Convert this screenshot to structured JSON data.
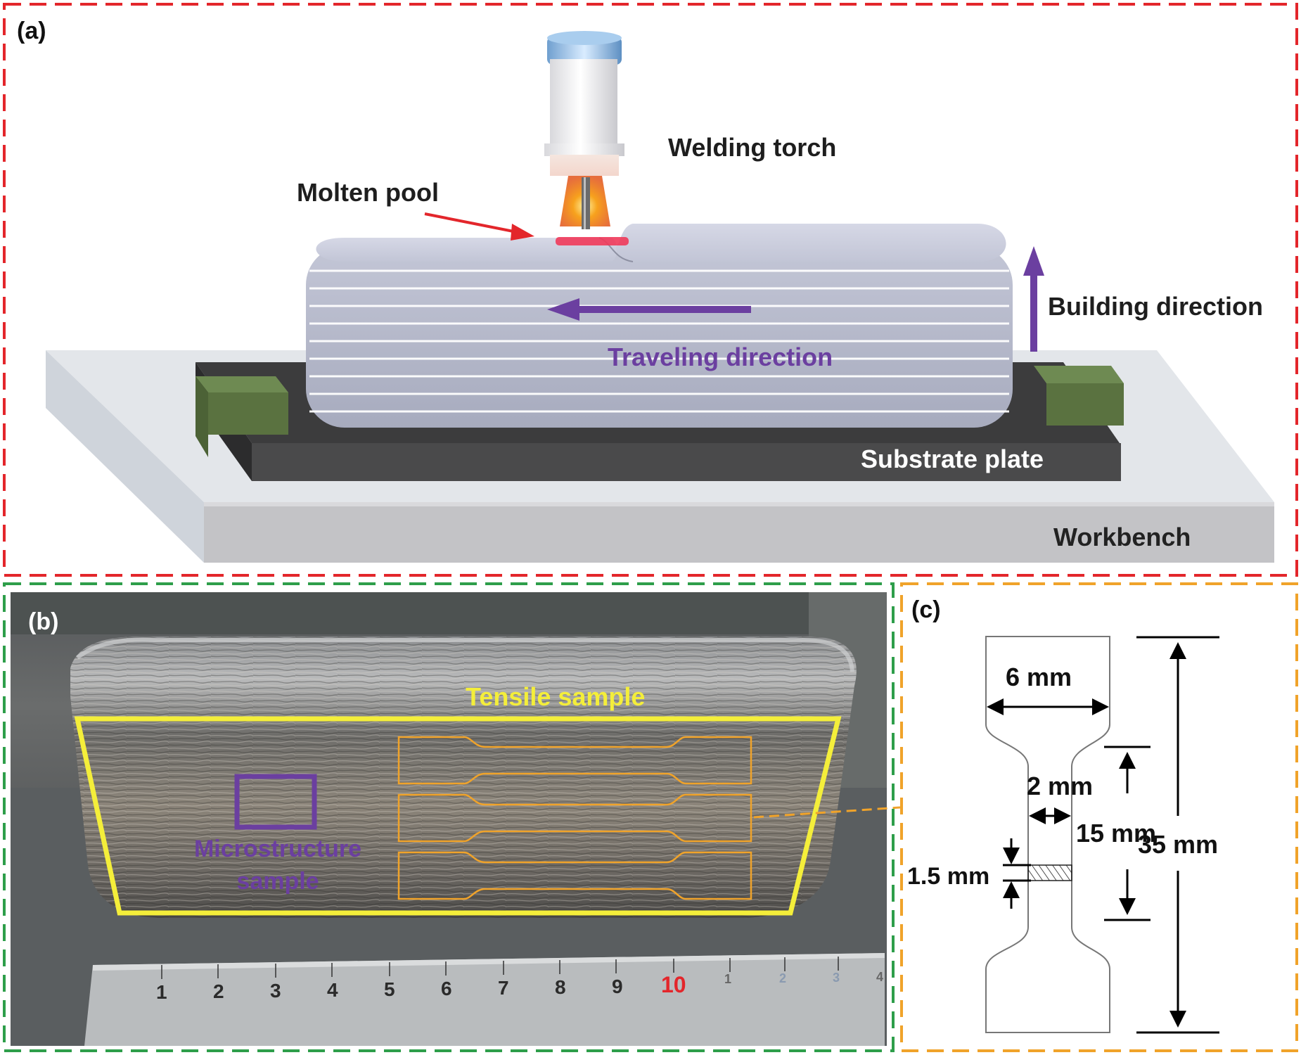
{
  "panel_a": {
    "tag": "(a)",
    "welding_torch": "Welding torch",
    "molten_pool": "Molten pool",
    "building_direction": "Building direction",
    "traveling_direction": "Traveling direction",
    "substrate_plate": "Substrate plate",
    "workbench": "Workbench"
  },
  "panel_b": {
    "tag": "(b)",
    "tensile_sample": "Tensile sample",
    "microstructure_line1": "Microstructure",
    "microstructure_line2": "sample",
    "ruler_numbers": [
      "1",
      "2",
      "3",
      "4",
      "5",
      "6",
      "7",
      "8",
      "9",
      "10",
      "1",
      "2",
      "3",
      "4"
    ]
  },
  "panel_c": {
    "tag": "(c)",
    "dim_grip_width": "6 mm",
    "dim_gauge_width": "2 mm",
    "dim_gauge_length": "15 mm",
    "dim_total_length": "35 mm",
    "dim_thickness": "1.5 mm"
  },
  "colors": {
    "panel_a_border": "#e3262b",
    "panel_b_border": "#2e9e4a",
    "panel_c_border": "#f0a32a",
    "purple": "#6b3fa0",
    "yellow": "#f4ee3a",
    "orange": "#f0a32a",
    "red": "#e3262b"
  }
}
